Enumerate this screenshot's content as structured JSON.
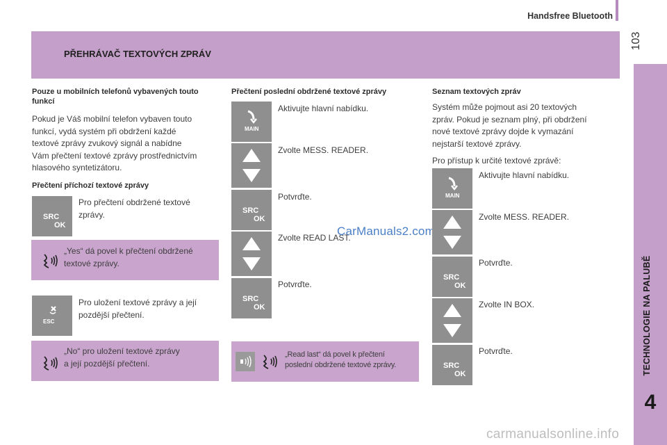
{
  "header": {
    "title": "Handsfree Bluetooth",
    "page_number": "103"
  },
  "sidebar": {
    "chapter_label": "TECHNOLOGIE NA PALUBĚ",
    "chapter_number": "4"
  },
  "banner": {
    "title": "PŘEHRÁVAČ TEXTOVÝCH ZPRÁV"
  },
  "left_column": {
    "heading": "Pouze u mobilních telefonů vybavených touto funkcí",
    "intro_lines": [
      "Pokud je Váš mobilní telefon vybaven touto",
      "funkcí, vydá systém při obdržení každé",
      "textové zprávy zvukový signál a nabídne",
      "Vám přečtení textové zprávy prostřednictvím",
      "hlasového syntetizátoru."
    ],
    "subheading": "Přečtení příchozí textové zprávy",
    "step1": [
      "Pro přečtení obdržené textové",
      "zprávy."
    ],
    "voice1": [
      "„Yes“ dá povel k přečtení obdržené",
      "textové zprávy."
    ],
    "step2": [
      "Pro uložení textové zprávy a její",
      "pozdější přečtení."
    ],
    "voice2": [
      "„No“ pro uložení textové zprávy",
      "a její pozdější přečtení."
    ]
  },
  "middle_column": {
    "heading": "Přečtení poslední obdržené textové zprávy",
    "steps": [
      "Aktivujte hlavní nabídku.",
      "Zvolte MESS. READER.",
      "Potvrďte.",
      "Zvolte READ LAST.",
      "Potvrďte."
    ],
    "voice": [
      "„Read last“ dá povel k přečtení",
      "poslední obdržené textové zprávy."
    ]
  },
  "right_column": {
    "heading": "Seznam textových zpráv",
    "intro_lines": [
      "Systém může pojmout asi 20 textových",
      "zpráv. Pokud je seznam plný, při obdržení",
      "nové textové zprávy dojde k vymazání",
      "nejstarší textové zprávy."
    ],
    "access_text": "Pro přístup k určité textové zprávě:",
    "steps": [
      "Aktivujte hlavní nabídku.",
      "Zvolte MESS. READER.",
      "Potvrďte.",
      "Zvolte IN BOX.",
      "Potvrďte."
    ]
  },
  "key_labels": {
    "main": "MAIN",
    "src": "SRC",
    "ok": "OK",
    "esc": "ESC"
  },
  "icons": [
    "main-button-icon",
    "up-down-arrows-icon",
    "src-ok-button-icon",
    "esc-button-icon",
    "voice-command-icon",
    "speaker-icon"
  ],
  "watermarks": {
    "center": "CarManuals2.com",
    "footer": "carmanualsonline.info"
  },
  "colors": {
    "accent_purple": "#c49fc9",
    "key_gray": "#8f8f8f"
  }
}
